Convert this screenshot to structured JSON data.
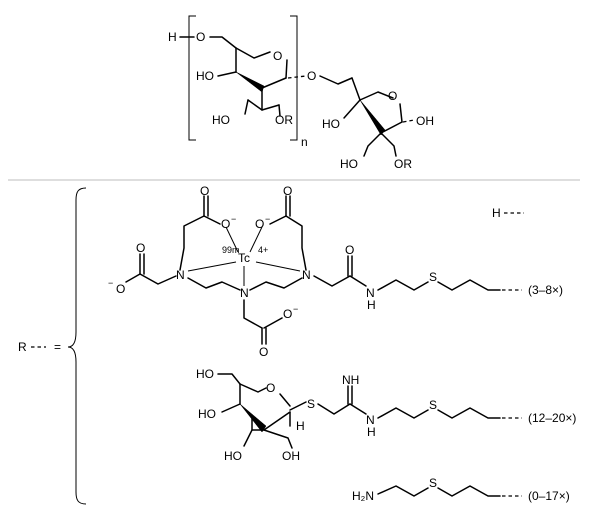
{
  "top_structure": {
    "h_label": "H",
    "o_label": "O",
    "ho_label": "HO",
    "or_label": "OR",
    "oh_label": "OH",
    "n_label": "n"
  },
  "r_definition": {
    "r_label": "R",
    "equals": "="
  },
  "substituents": [
    {
      "label": "H",
      "note": ""
    },
    {
      "label": "",
      "note": "(3–8×)"
    },
    {
      "label": "",
      "note": "(12–20×)"
    },
    {
      "label": "H₂N",
      "note": "(0–17×)"
    }
  ],
  "chelate": {
    "isotope": "99m",
    "metal": "Tc",
    "charge": "4+",
    "n_label": "N",
    "o_label": "O",
    "o_minus": "O",
    "minus": "−",
    "nh_label": "NH",
    "h_label": "H",
    "s_label": "S"
  },
  "glyco": {
    "ho_label": "HO",
    "oh_label": "OH",
    "o_label": "O",
    "nh_label": "NH",
    "h_label": "H",
    "s_label": "S"
  }
}
